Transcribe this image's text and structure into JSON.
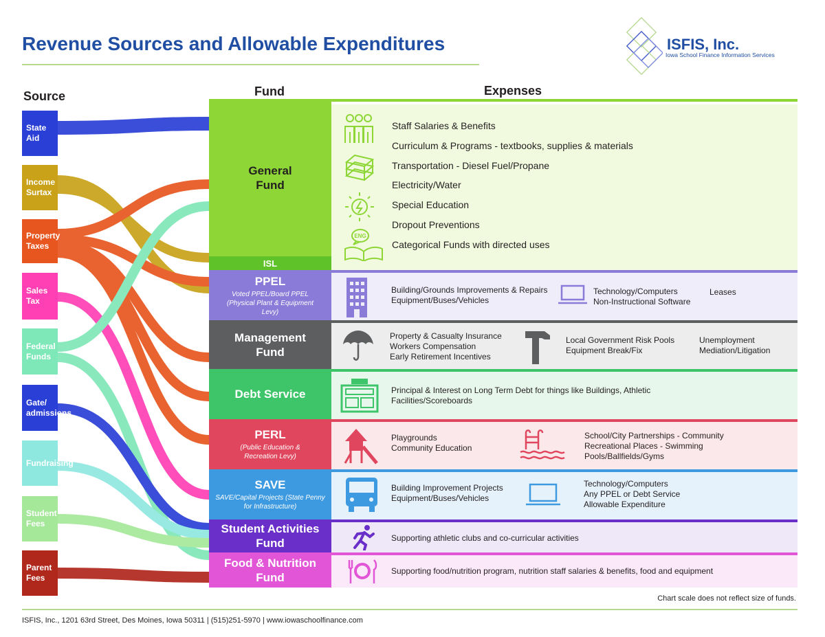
{
  "title": "Revenue Sources and Allowable Expenditures",
  "logo": {
    "name": "ISFIS, Inc.",
    "subtitle": "Iowa School Finance Information Services"
  },
  "headers": {
    "source": "Source",
    "fund": "Fund",
    "expenses": "Expenses"
  },
  "sources": [
    {
      "label": "State Aid",
      "color": "#2a3fd6"
    },
    {
      "label": "Income Surtax",
      "color": "#c9a21a"
    },
    {
      "label": "Property Taxes",
      "color": "#e8561f"
    },
    {
      "label": "Sales Tax",
      "color": "#ff3fb4"
    },
    {
      "label": "Federal Funds",
      "color": "#7fe8b8"
    },
    {
      "label": "Gate/ admissions",
      "color": "#2a3fd6"
    },
    {
      "label": "Fundraising",
      "color": "#8fe8e0"
    },
    {
      "label": "Student Fees",
      "color": "#a5e89a"
    },
    {
      "label": "Parent Fees",
      "color": "#b0271c"
    }
  ],
  "funds": {
    "general": {
      "name": "General Fund",
      "isl": "ISL",
      "color": "#8dd635",
      "expenses": [
        "Staff Salaries & Benefits",
        "Curriculum & Programs - textbooks, supplies & materials",
        "Transportation - Diesel Fuel/Propane",
        "Electricity/Water",
        "Special Education",
        "Dropout Preventions",
        "Categorical Funds with directed uses"
      ]
    },
    "ppel": {
      "name": "PPEL",
      "sub": "Voted PPEL/Board PPEL (Physical Plant & Equipment Levy)",
      "color": "#8b7bd8",
      "col1": [
        "Building/Grounds Improvements & Repairs",
        "Equipment/Buses/Vehicles"
      ],
      "col2": [
        "Technology/Computers",
        "Non-Instructional Software"
      ],
      "col3": [
        "Leases"
      ]
    },
    "management": {
      "name": "Management Fund",
      "color": "#5d5e60",
      "col1": [
        "Property & Casualty Insurance",
        "Workers Compensation",
        "Early Retirement Incentives"
      ],
      "col2": [
        "Local Government Risk Pools",
        "Equipment Break/Fix"
      ],
      "col3": [
        "Unemployment",
        "Mediation/Litigation"
      ]
    },
    "debt": {
      "name": "Debt Service",
      "color": "#3ec56a",
      "col1": [
        "Principal & Interest on Long Term Debt for things like Buildings, Athletic",
        "Facilities/Scoreboards"
      ]
    },
    "perl": {
      "name": "PERL",
      "sub": "(Public Education & Recreation Levy)",
      "color": "#e0475e",
      "col1": [
        "Playgrounds",
        "Community Education"
      ],
      "col2": [
        "School/City Partnerships - Community",
        "Recreational Places - Swimming",
        "Pools/Ballfields/Gyms"
      ]
    },
    "save": {
      "name": "SAVE",
      "sub": "SAVE/Capital Projects (State Penny for Infrastructure)",
      "color": "#3d9ae0",
      "col1": [
        "Building Improvement Projects",
        "Equipment/Buses/Vehicles"
      ],
      "col2": [
        "Technology/Computers",
        "Any PPEL or Debt Service",
        "Allowable Expenditure"
      ]
    },
    "student": {
      "name": "Student Activities Fund",
      "color": "#6b2fc9",
      "col1": [
        "Supporting athletic clubs and co-curricular activities"
      ]
    },
    "food": {
      "name": "Food & Nutrition Fund",
      "color": "#e255d6",
      "col1": [
        "Supporting food/nutrition program, nutrition staff salaries & benefits, food and equipment"
      ]
    }
  },
  "note": "Chart scale does not reflect size of funds.",
  "footer": "ISFIS, Inc., 1201 63rd Street, Des Moines, Iowa 50311  |  (515)251-5970  |  www.iowaschoolfinance.com"
}
